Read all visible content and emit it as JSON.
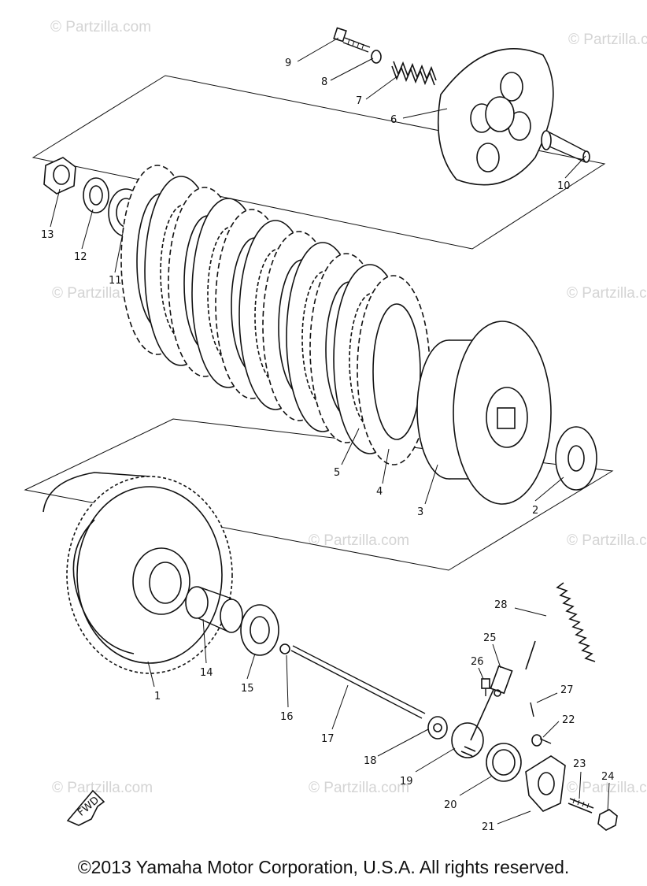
{
  "watermark": "© Partzilla.com",
  "callouts": [
    "1",
    "2",
    "3",
    "4",
    "5",
    "6",
    "7",
    "8",
    "9",
    "10",
    "11",
    "12",
    "13",
    "14",
    "15",
    "16",
    "17",
    "18",
    "19",
    "20",
    "21",
    "22",
    "23",
    "24",
    "25",
    "26",
    "27",
    "28"
  ],
  "fwd_label": "FWD",
  "copyright": "©2013 Yamaha Motor Corporation, U.S.A. All rights reserved."
}
